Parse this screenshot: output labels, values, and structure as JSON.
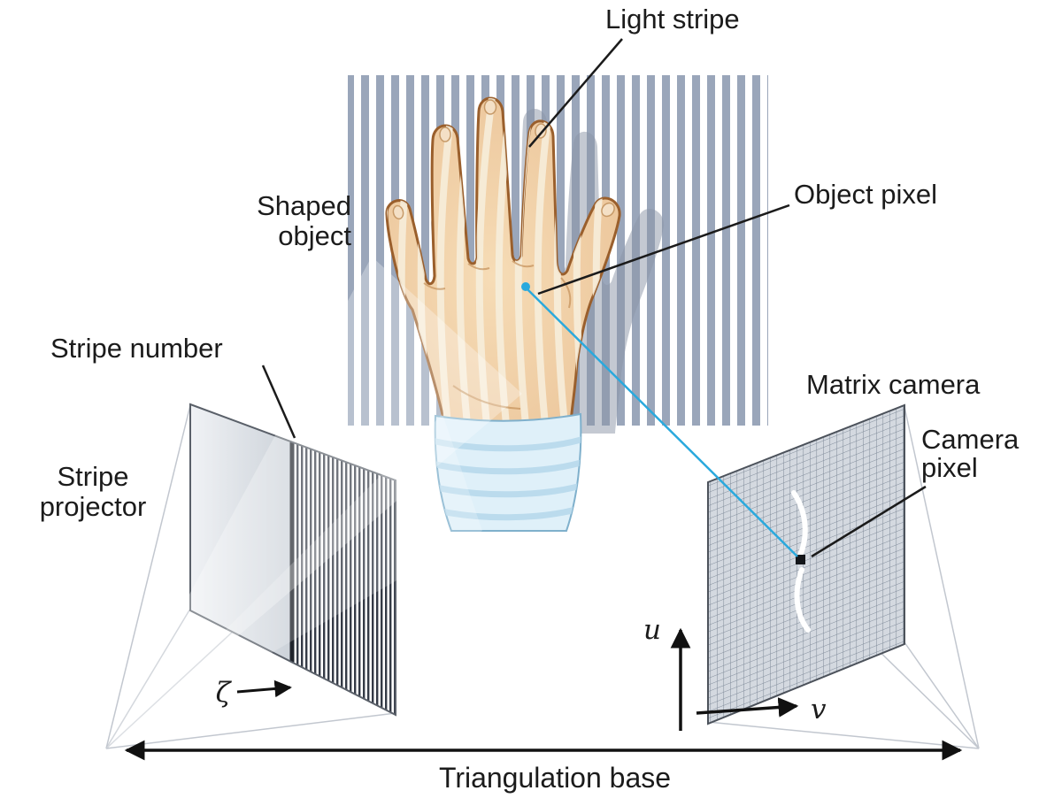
{
  "labels": {
    "light_stripe": "Light stripe",
    "object_pixel": "Object pixel",
    "shaped_object_line1": "Shaped",
    "shaped_object_line2": "object",
    "stripe_number": "Stripe number",
    "stripe_projector_line1": "Stripe",
    "stripe_projector_line2": "projector",
    "matrix_camera": "Matrix camera",
    "camera_pixel_line1": "Camera",
    "camera_pixel_line2": "pixel",
    "axis_u": "u",
    "axis_v": "v",
    "stripe_axis_zeta": "ζ",
    "triangulation_base": "Triangulation base"
  },
  "colors": {
    "stripe_panel": "#9aa6ba",
    "projector_stripes": "#343a46",
    "camera_grid_lines": "#7f8a99",
    "hand_skin": "#edc69d",
    "hand_outline": "#9a5f2c",
    "light_stripe_on_hand": "#f7eedb",
    "cuff_fill": "#dff0f9",
    "accent_blue": "#2aa9dd",
    "text": "#1b1b1b"
  }
}
